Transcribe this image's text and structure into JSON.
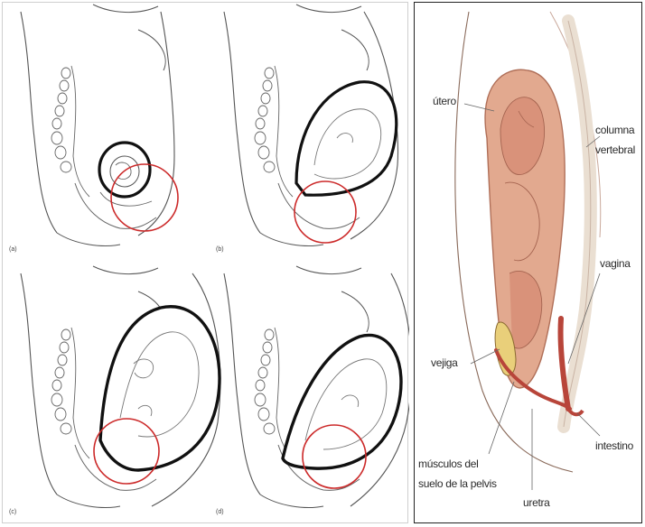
{
  "panels": [
    {
      "letter": "(a)"
    },
    {
      "letter": "(b)"
    },
    {
      "letter": "(c)"
    },
    {
      "letter": "(d)"
    }
  ],
  "anatomy": {
    "labels": {
      "utero": "útero",
      "columna_1": "columna",
      "columna_2": "vertebral",
      "vagina": "vagina",
      "vejiga": "vejiga",
      "intestino": "intestino",
      "musculos_1": "músculos del",
      "musculos_2": "suelo de la pelvis",
      "uretra": "uretra"
    }
  },
  "colors": {
    "highlight_circle": "#cc2a2a",
    "uterus_fill": "#e2a98f",
    "uterus_shade": "#c9826a",
    "bladder": "#e9cf7a",
    "muscle_red": "#b8453a",
    "spine": "#eadfd2"
  }
}
